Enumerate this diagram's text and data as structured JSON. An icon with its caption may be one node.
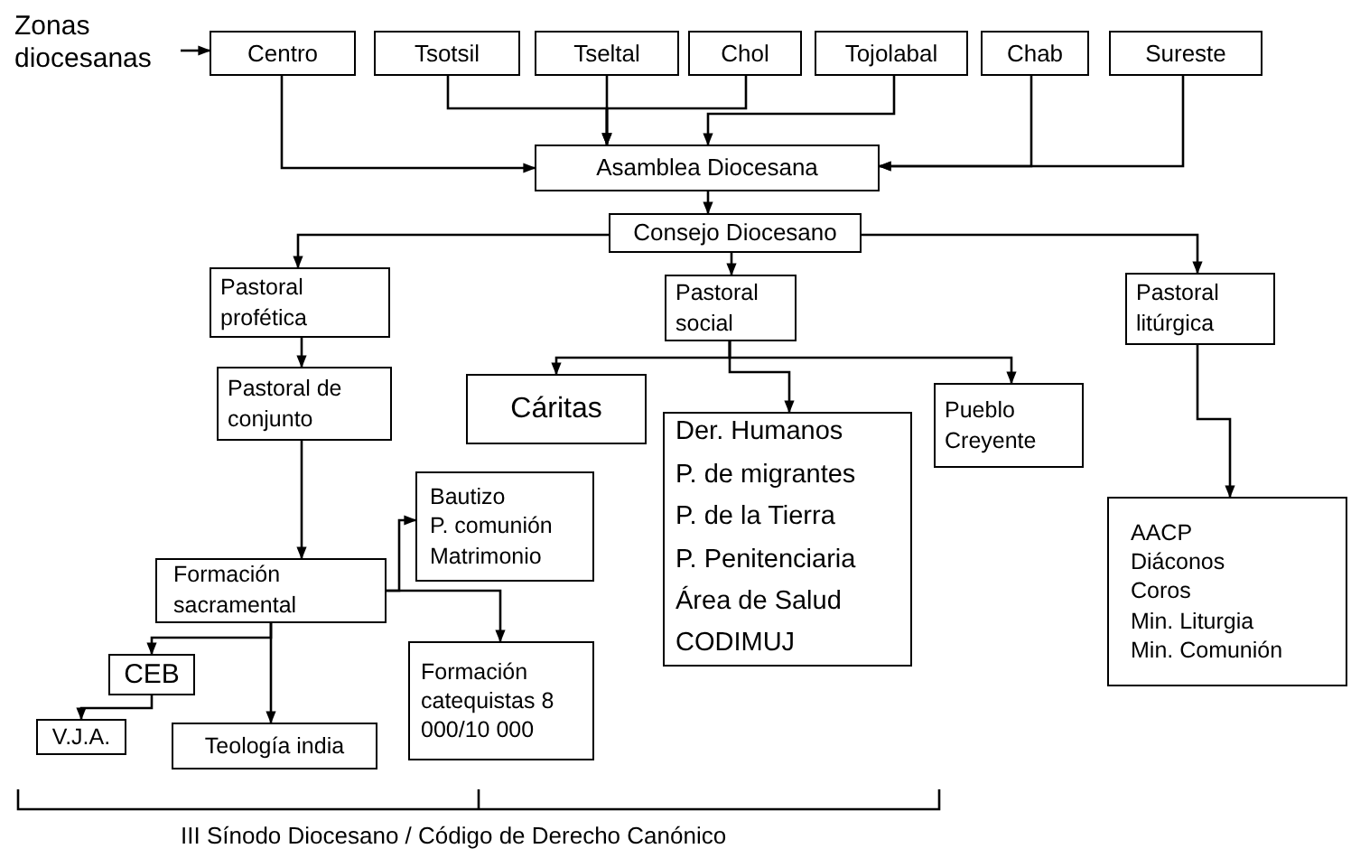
{
  "diagram": {
    "nodes": [
      {
        "text": [
          "Zonas diocesanas"
        ]
      },
      {
        "text": [
          "Centro"
        ]
      },
      {
        "text": [
          "Tsotsil"
        ]
      },
      {
        "text": [
          "Tseltal"
        ]
      },
      {
        "text": [
          "Chol"
        ]
      },
      {
        "text": [
          "Tojolabal"
        ]
      },
      {
        "text": [
          "Chab"
        ]
      },
      {
        "text": [
          "Sureste"
        ]
      },
      {
        "text": [
          "Asamblea Diocesana"
        ]
      },
      {
        "text": [
          "Consejo Diocesano"
        ]
      },
      {
        "text": [
          "Pastoral profética"
        ]
      },
      {
        "text": [
          "Pastoral social"
        ]
      },
      {
        "text": [
          "Pastoral litúrgica"
        ]
      },
      {
        "text": [
          "Pastoral de conjunto"
        ]
      },
      {
        "text": [
          "Cáritas"
        ]
      },
      {
        "text": [
          "Der. Humanos",
          "P. de migrantes",
          "P. de la Tierra",
          "P. Penitenciaria",
          "Área de Salud",
          "CODIMUJ"
        ]
      },
      {
        "text": [
          "Pueblo Creyente"
        ]
      },
      {
        "text": [
          "Bautizo",
          "P. comunión",
          "Matrimonio"
        ]
      },
      {
        "text": [
          "Formación sacramental"
        ]
      },
      {
        "text": [
          "Formación catequistas 8 000/10 000"
        ]
      },
      {
        "text": [
          "AACP",
          "Diáconos",
          "Coros",
          "Min. Liturgia",
          "Min. Comunión"
        ]
      },
      {
        "text": [
          "CEB"
        ]
      },
      {
        "text": [
          "V.J.A."
        ]
      },
      {
        "text": [
          "Teología india"
        ]
      }
    ],
    "edges": [
      {
        "from": 0,
        "to": 1,
        "arrow": "to"
      },
      {
        "from": 1,
        "to": 8,
        "arrow": "to"
      },
      {
        "from": 2,
        "to": 8,
        "arrow": "to"
      },
      {
        "from": 3,
        "to": 8,
        "arrow": "to"
      },
      {
        "from": 4,
        "to": 8,
        "arrow": "to"
      },
      {
        "from": 5,
        "to": 8,
        "arrow": "to"
      },
      {
        "from": 6,
        "to": 8,
        "arrow": "to"
      },
      {
        "from": 7,
        "to": 8,
        "arrow": "to"
      },
      {
        "from": 8,
        "to": 9,
        "arrow": "to"
      },
      {
        "from": 9,
        "to": 10,
        "arrow": "to"
      },
      {
        "from": 9,
        "to": 11,
        "arrow": "to"
      },
      {
        "from": 9,
        "to": 12,
        "arrow": "to"
      },
      {
        "from": 10,
        "to": 13,
        "arrow": "to"
      },
      {
        "from": 11,
        "to": 14,
        "arrow": "to"
      },
      {
        "from": 11,
        "to": 15,
        "arrow": "to"
      },
      {
        "from": 11,
        "to": 16,
        "arrow": "to"
      },
      {
        "from": 12,
        "to": 20,
        "arrow": "to"
      },
      {
        "from": 13,
        "to": 18,
        "arrow": "to"
      },
      {
        "from": 18,
        "to": 17,
        "arrow": "to"
      },
      {
        "from": 18,
        "to": 19,
        "arrow": "to"
      },
      {
        "from": 18,
        "to": 21,
        "arrow": "to"
      },
      {
        "from": 18,
        "to": 23,
        "arrow": "to"
      },
      {
        "from": 21,
        "to": 22,
        "arrow": "to"
      }
    ],
    "labels": [
      "III Sínodo Diocesano / Código de Derecho Canónico"
    ]
  }
}
